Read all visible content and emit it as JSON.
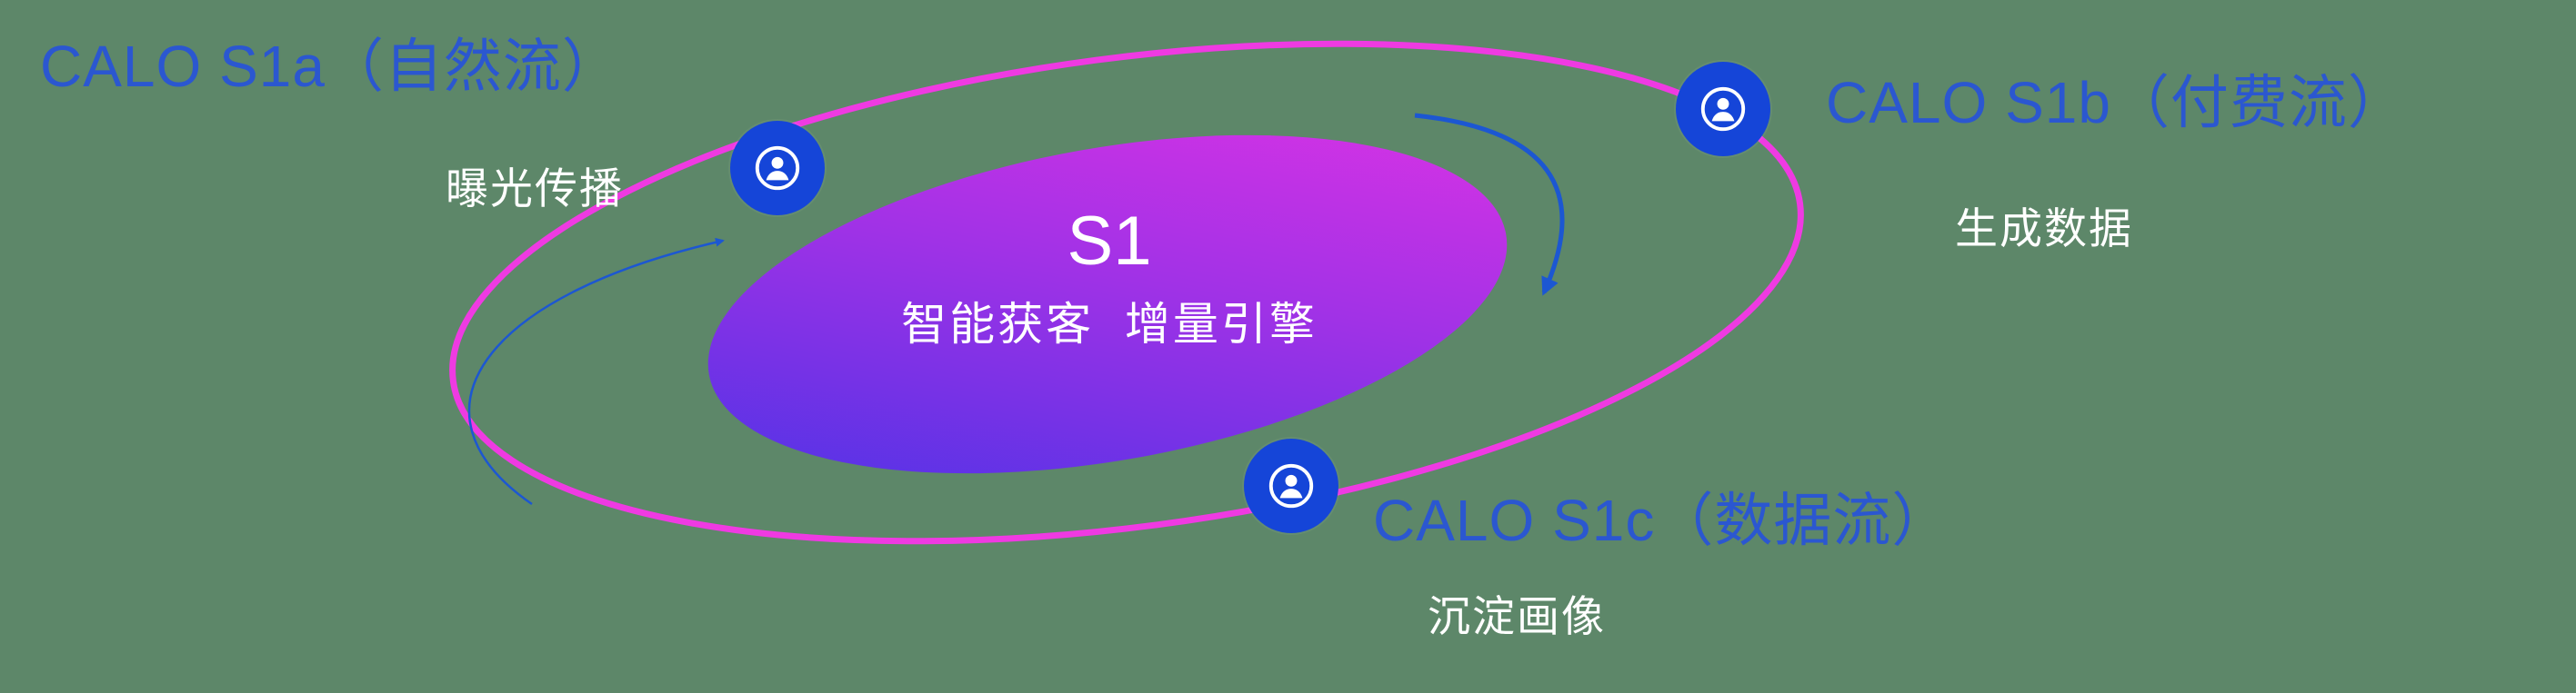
{
  "canvas": {
    "background_color": "#5d8769"
  },
  "core": {
    "title": "S1",
    "subtitle": "智能获客  增量引擎",
    "gradient_start_color": "#4733e6",
    "gradient_end_color": "#e133e4",
    "text_color": "#ffffff"
  },
  "orbit": {
    "ring_color": "#ef3ae2",
    "arrow_color": "#1c57d2"
  },
  "nodes": [
    {
      "id": "s1a",
      "title": "CALO S1a（自然流）",
      "subtitle": "曝光传播",
      "icon": "user-icon",
      "node_color": "#1545d8"
    },
    {
      "id": "s1b",
      "title": "CALO S1b（付费流）",
      "subtitle": "生成数据",
      "icon": "user-icon",
      "node_color": "#1545d8"
    },
    {
      "id": "s1c",
      "title": "CALO S1c（数据流）",
      "subtitle": "沉淀画像",
      "icon": "user-icon",
      "node_color": "#1545d8"
    }
  ],
  "text_colors": {
    "title_blue": "#2b57d0",
    "subtitle_white": "#ffffff"
  }
}
